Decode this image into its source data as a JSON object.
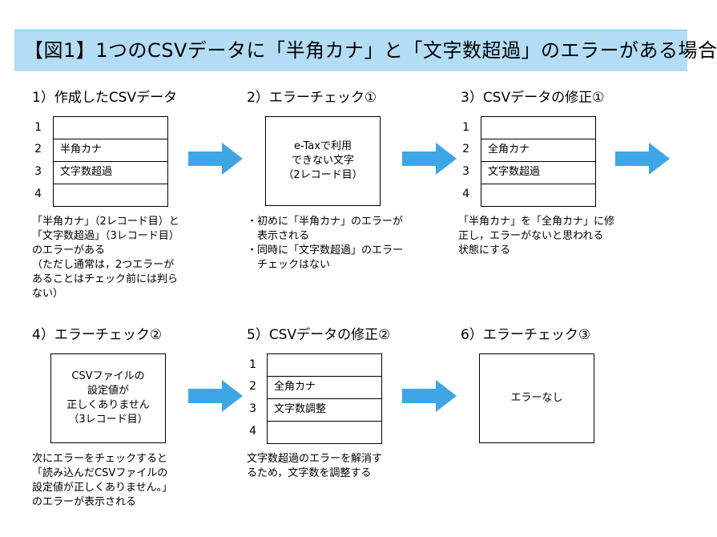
{
  "title": "【図1】1つのCSVデータに「半角カナ」と「文字数超過」のエラーがある場合",
  "colors": {
    "banner": "#b3ddf5",
    "arrow": "#3fa6e6"
  },
  "steps": [
    {
      "title": "1）作成したCSVデータ",
      "rows": [
        {
          "num": "1",
          "text": ""
        },
        {
          "num": "2",
          "text": "半角カナ"
        },
        {
          "num": "3",
          "text": "文字数超過"
        },
        {
          "num": "4",
          "text": ""
        }
      ],
      "desc": [
        "「半角カナ」（2レコード目）と",
        "「文字数超過」（3レコード目）",
        "のエラーがある",
        "（ただし通常は，2つエラーが",
        "あることはチェック前には判ら",
        "ない）"
      ]
    },
    {
      "title": "2）エラーチェック①",
      "box": [
        "e-Taxで利用",
        "できない文字",
        "（2レコード目）"
      ],
      "desc": [
        "・初めに「半角カナ」のエラーが",
        "　表示される",
        "・同時に「文字数超過」のエラー",
        "　チェックはない"
      ]
    },
    {
      "title": "3）CSVデータの修正①",
      "rows": [
        {
          "num": "1",
          "text": ""
        },
        {
          "num": "2",
          "text": "全角カナ"
        },
        {
          "num": "3",
          "text": "文字数超過"
        },
        {
          "num": "4",
          "text": ""
        }
      ],
      "desc": [
        "「半角カナ」を「全角カナ」に修",
        "正し，エラーがないと思われる",
        "状態にする"
      ]
    },
    {
      "title": "4）エラーチェック②",
      "box": [
        "CSVファイルの",
        "設定値が",
        "正しくありません",
        "（3レコード目）"
      ],
      "desc": [
        "次にエラーをチェックすると",
        "「読み込んだCSVファイルの",
        "設定値が正しくありません。」",
        "のエラーが表示される"
      ]
    },
    {
      "title": "5）CSVデータの修正②",
      "rows": [
        {
          "num": "1",
          "text": ""
        },
        {
          "num": "2",
          "text": "全角カナ"
        },
        {
          "num": "3",
          "text": "文字数調整"
        },
        {
          "num": "4",
          "text": ""
        }
      ],
      "desc": [
        "文字数超過のエラーを解消す",
        "るため，文字数を調整する"
      ]
    },
    {
      "title": "6）エラーチェック③",
      "box": [
        "エラーなし"
      ],
      "desc": []
    }
  ]
}
